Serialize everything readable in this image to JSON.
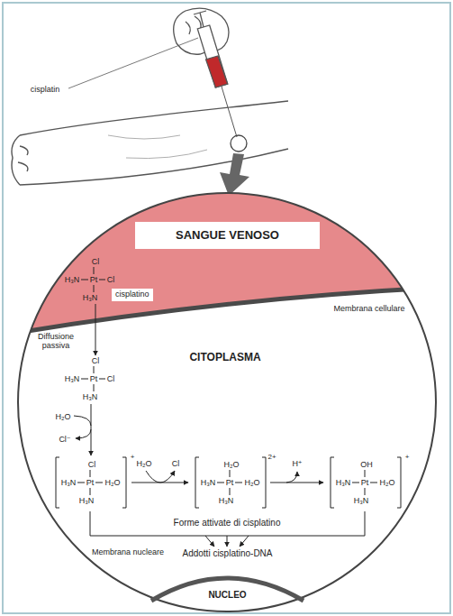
{
  "diagram": {
    "nodes": [
      {
        "text": [
          "SANGUE VENOSO"
        ]
      },
      {
        "text": [
          "cisplatino"
        ]
      },
      {
        "text": [
          "Addotti cisplatino-DNA",
          "NUCLEO"
        ]
      }
    ],
    "labels": [
      "cisplatin",
      "Cl",
      "H₃N",
      "Pt",
      "Cl",
      "H₃N",
      "Diffusione passiva",
      "Membrana cellulare",
      "CITOPLASMA",
      "Cl",
      "H₃N",
      "Pt",
      "Cl",
      "H₃N",
      "H₂O",
      "Cl⁻",
      "Cl",
      "H₃N",
      "Pt",
      "H₂O",
      "H₃N",
      "+",
      "H₂O",
      "Cl",
      "H₂O",
      "H₃N",
      "Pt",
      "H₂O",
      "H₃N",
      "2+",
      "H⁺",
      "OH",
      "H₃N",
      "Pt",
      "H₂O",
      "H₃N",
      "+",
      "Forme attivate di cisplatino",
      "Membrana nucleare"
    ]
  }
}
